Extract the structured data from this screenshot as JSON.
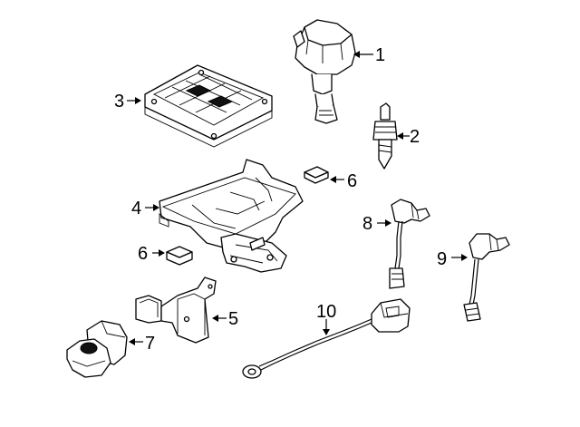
{
  "diagram": {
    "callouts": [
      {
        "id": "1",
        "label": "1"
      },
      {
        "id": "2",
        "label": "2"
      },
      {
        "id": "3",
        "label": "3"
      },
      {
        "id": "4",
        "label": "4"
      },
      {
        "id": "5",
        "label": "5"
      },
      {
        "id": "6a",
        "label": "6"
      },
      {
        "id": "6b",
        "label": "6"
      },
      {
        "id": "7",
        "label": "7"
      },
      {
        "id": "8",
        "label": "8"
      },
      {
        "id": "9",
        "label": "9"
      },
      {
        "id": "10",
        "label": "10"
      }
    ],
    "parts": [
      {
        "callout": "1",
        "icon": "ignition-coil-icon"
      },
      {
        "callout": "2",
        "icon": "spark-plug-icon"
      },
      {
        "callout": "3",
        "icon": "engine-control-module-icon"
      },
      {
        "callout": "4",
        "icon": "mounting-bracket-icon"
      },
      {
        "callout": "5",
        "icon": "relay-bracket-icon"
      },
      {
        "callout": "6",
        "icon": "pad-icon"
      },
      {
        "callout": "7",
        "icon": "sensor-housing-icon"
      },
      {
        "callout": "8",
        "icon": "camshaft-sensor-icon"
      },
      {
        "callout": "9",
        "icon": "crankshaft-sensor-icon"
      },
      {
        "callout": "10",
        "icon": "knock-sensor-icon"
      }
    ]
  }
}
